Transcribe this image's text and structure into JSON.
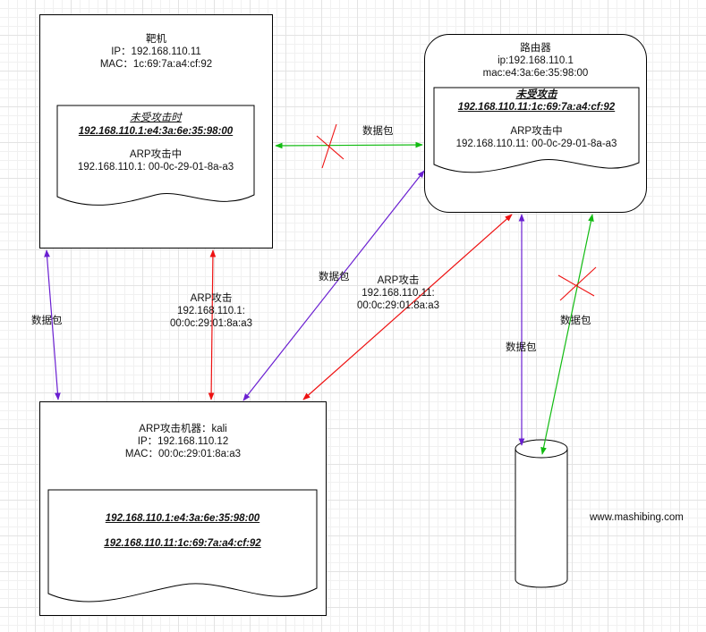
{
  "target": {
    "name": "靶机",
    "ip": "IP：192.168.110.11",
    "mac": "MAC：1c:69:7a:a4:cf:92",
    "cache_before_title": "未受攻击时",
    "cache_before_entry": "192.168.110.1:e4:3a:6e:35:98:00",
    "cache_during_title": "ARP攻击中",
    "cache_during_entry": "192.168.110.1: 00-0c-29-01-8a-a3"
  },
  "router": {
    "name": "路由器",
    "ip": "ip:192.168.110.1",
    "mac": "mac:e4:3a:6e:35:98:00",
    "cache_before_title": "未受攻击",
    "cache_before_entry": "192.168.110.11:1c:69:7a:a4:cf:92",
    "cache_during_title": "ARP攻击中",
    "cache_during_entry": "192.168.110.11: 00-0c-29-01-8a-a3"
  },
  "attacker": {
    "title": "ARP攻击机器：kali",
    "ip": "IP：192.168.110.12",
    "mac": "MAC：00:0c:29:01:8a:a3",
    "cache_entry_1": "192.168.110.1:e4:3a:6e:35:98:00",
    "cache_entry_2": "192.168.110.11:1c:69:7a:a4:cf:92"
  },
  "edges": {
    "target_router_packet": "数据包",
    "target_attacker_packet": "数据包",
    "attacker_router_packet": "数据包",
    "arp_attack_target": {
      "line1": "ARP攻击",
      "line2": "192.168.110.1:",
      "line3": "00:0c:29:01:8a:a3"
    },
    "arp_attack_router": {
      "line1": "ARP攻击",
      "line2": "192.168.110.11:",
      "line3": "00:0c:29:01:8a:a3"
    },
    "router_db_packet_purple": "数据包",
    "router_db_packet_green": "数据包"
  },
  "watermark": "www.mashibing.com",
  "colors": {
    "green": "#11bb11",
    "purple": "#6a1fd1",
    "red": "#ee1111"
  }
}
